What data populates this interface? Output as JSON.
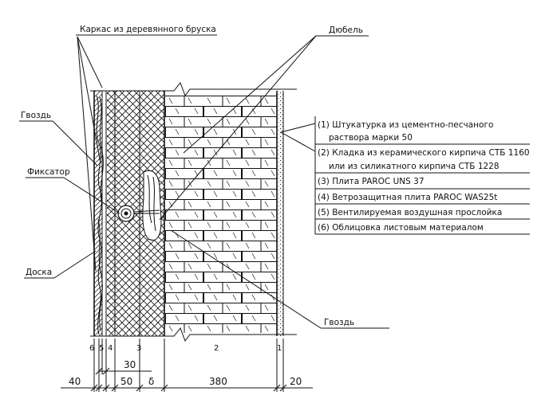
{
  "labels": {
    "frame": "Каркас из деревянного бруска",
    "dowel": "Дюбель",
    "nail_top": "Гвоздь",
    "fixer": "Фиксатор",
    "board": "Доска",
    "nail_bottom": "Гвоздь"
  },
  "legend": [
    "(1) Штукатурка из цементно-песчаного",
    "раствора марки 50",
    "(2) Кладка из керамического кирпича СТБ 1160",
    "или из силикатного кирпича СТБ 1228",
    "(3) Плита PAROC UNS 37",
    "(4) Ветрозащитная плита PAROC WAS25t",
    "(5) Вентилируемая воздушная прослойка",
    "(6) Облицовка листовым материалом"
  ],
  "layer_numbers": [
    "6",
    "5",
    "4",
    "3",
    "2",
    "1"
  ],
  "dimensions": {
    "d40": "40",
    "d30": "30",
    "d50": "50",
    "delta": "δ",
    "d380": "380",
    "d20": "20"
  }
}
